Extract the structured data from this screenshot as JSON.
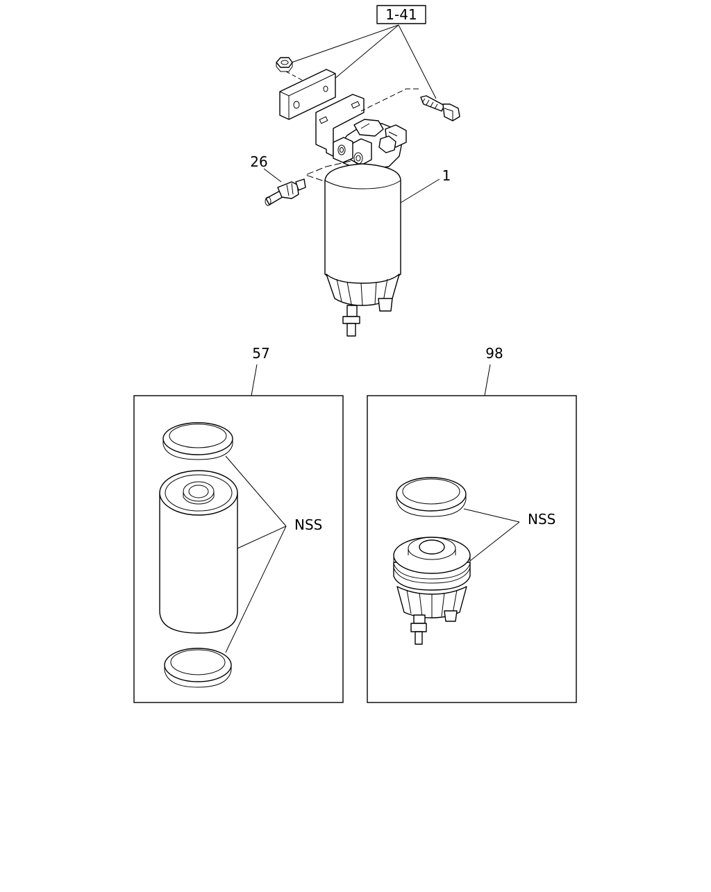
{
  "callouts": {
    "ref_box": "1-41",
    "filter_assembly": "1",
    "fitting": "26",
    "element_kit": "57",
    "bowl_kit": "98"
  },
  "notes": {
    "element_kit_nss": "NSS",
    "bowl_kit_nss": "NSS"
  }
}
